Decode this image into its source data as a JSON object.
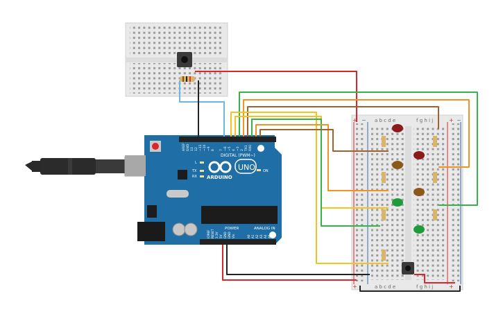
{
  "board": {
    "brand": "ARDUINO",
    "model": "UNO",
    "header_digital": "DIGITAL (PWM~)",
    "header_power": "POWER",
    "header_analog": "ANALOG IN",
    "label_on": "ON",
    "label_l": "L",
    "label_tx": "TX",
    "label_rx": "RX",
    "label_aref": "AREF",
    "label_gnd": "GND",
    "label_13": "13",
    "label_12": "12",
    "label_11": "~11",
    "label_10": "~10",
    "label_9": "~9",
    "label_8": "8",
    "label_7": "7",
    "label_6": "~6",
    "label_5": "~5",
    "label_4": "4",
    "label_3": "~3",
    "label_2": "2",
    "label_tx1": "TX1",
    "label_rx0": "RX0",
    "power_pins": [
      "IOREF",
      "RESET",
      "3.3V",
      "5V",
      "GND",
      "GND",
      "Vin"
    ],
    "analog_pins": [
      "A0",
      "A1",
      "A2",
      "A3",
      "A4",
      "A5"
    ]
  },
  "breadboard": {
    "col_left": "a b c d e",
    "col_right": "f g h i j",
    "rail_plus": "+",
    "rail_minus": "−"
  },
  "colors": {
    "pcb": "#1f6fa6",
    "wire_red": "#d9262c",
    "wire_orange": "#f29222",
    "wire_brown": "#a0622d",
    "wire_yellow": "#f6c21c",
    "wire_green": "#36b24a",
    "wire_black": "#222222",
    "wire_blue": "#69b7dd"
  }
}
